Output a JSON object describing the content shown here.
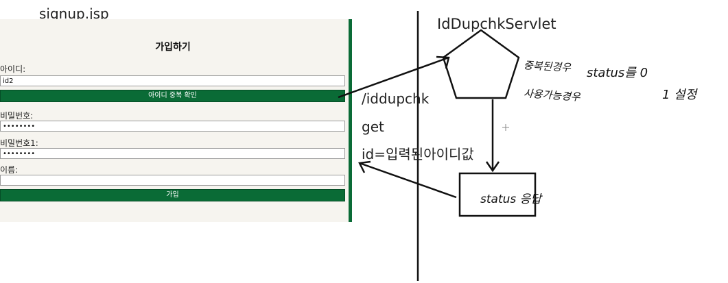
{
  "captions": {
    "signup_file": "signup.jsp",
    "servlet": "IdDupchkServlet",
    "path": "/iddupchk",
    "method": "get",
    "param": "id=입력된아이디값"
  },
  "form": {
    "title": "가입하기",
    "id_label": "아이디:",
    "id_value": "id2",
    "dup_check_button": "아이디 중복 확인",
    "pw_label": "비밀번호:",
    "pw_value": "password",
    "pw1_label": "비밀번호1:",
    "pw1_value": "password",
    "name_label": "이름:",
    "name_value": "",
    "submit_button": "가입"
  },
  "annotations": {
    "duplicate_case": "중복된경우",
    "status_zero": "status를 0",
    "available_case": "사용가능경우",
    "one_set": "1 설정",
    "status_response": "status 응답"
  },
  "colors": {
    "accent": "#0a6b36",
    "panel_bg": "#f6f4ef",
    "ink": "#111111"
  }
}
